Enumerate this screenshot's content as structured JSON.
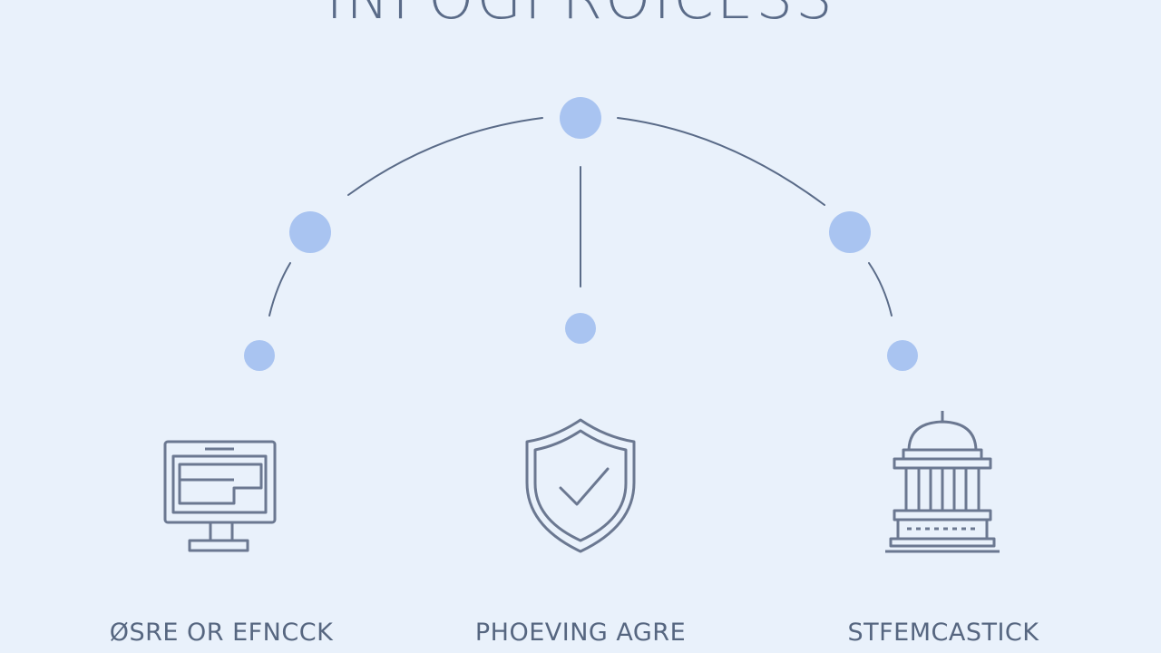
{
  "title": "INFOGPROICESS",
  "colors": {
    "background": "#e9f1fb",
    "node": "#a9c4f1",
    "line": "#5a6b88",
    "icon": "#6b7891",
    "text": "#566680"
  },
  "steps": [
    {
      "label": "ØSRE OR EFNCCK",
      "icon": "monitor-icon"
    },
    {
      "label": "PHOEVING AGRE",
      "icon": "shield-check-icon"
    },
    {
      "label": "STFEMCASTICK",
      "icon": "government-building-icon"
    }
  ]
}
